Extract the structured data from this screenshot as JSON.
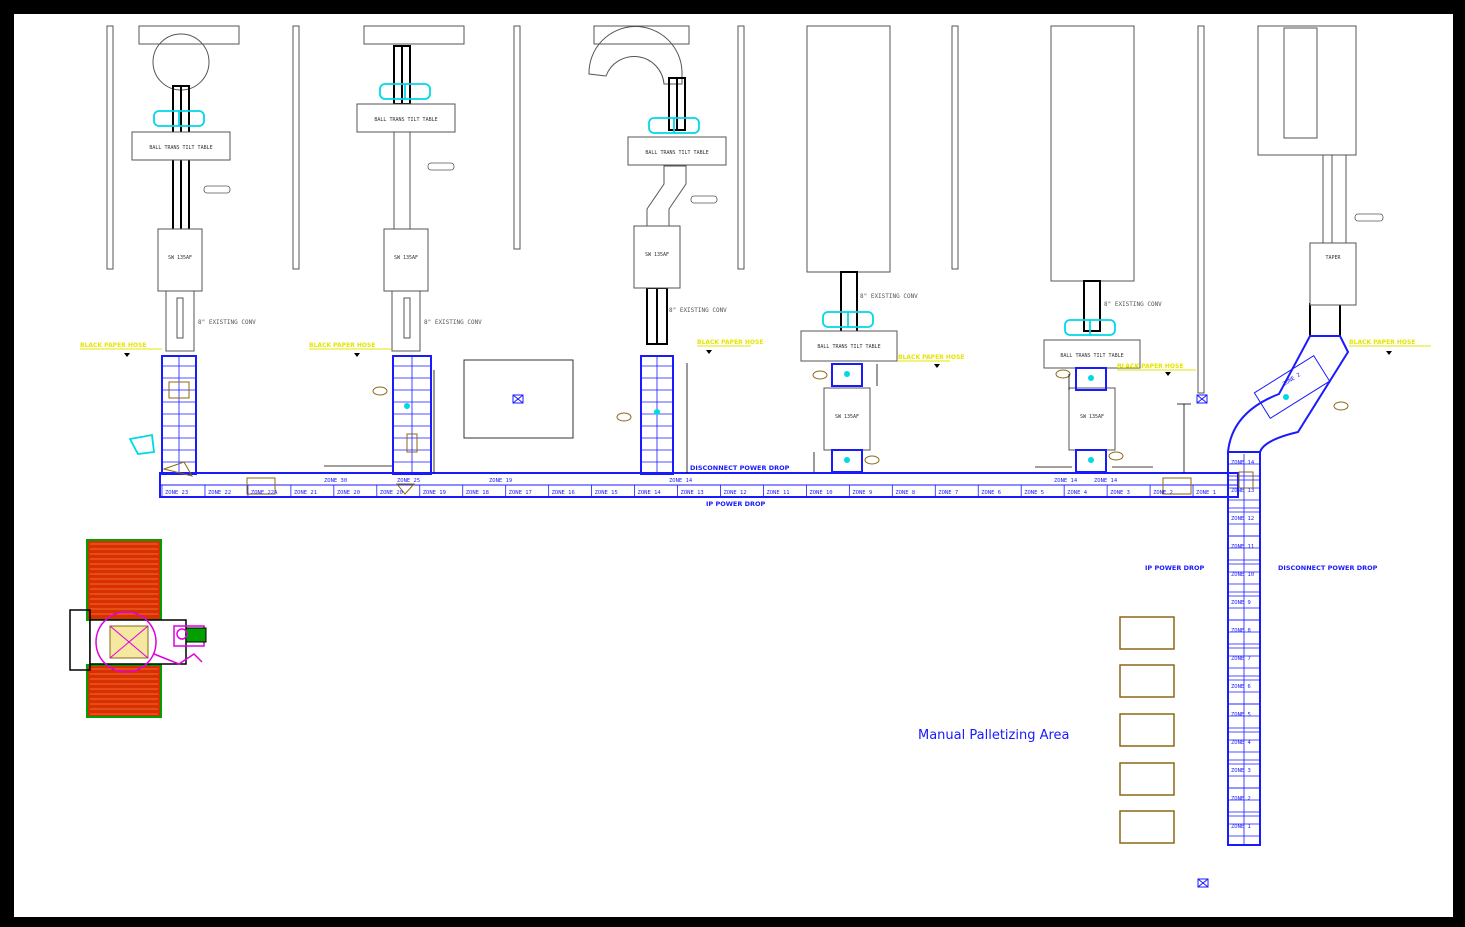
{
  "colors": {
    "conveyor": "#1a1aff",
    "ballast": "#e5e500",
    "cyan_devices": "#00d8e8",
    "pallet": "#8b6914",
    "robot_red": "#d83000",
    "robot_green": "#00a000",
    "robot_magenta": "#e000e0",
    "frame": "#000000",
    "existing": "#555555"
  },
  "area_label": "Manual Palletizing Area",
  "power_drops": {
    "ip_main": "IP POWER DROP",
    "disconnect_main": "DISCONNECT POWER DROP",
    "ip_right": "IP POWER DROP",
    "disconnect_right": "DISCONNECT POWER DROP"
  },
  "machine_labels": {
    "table_1": "BALL TRANS TILT TABLE",
    "table_2": "BALL TRANS TILT TABLE",
    "table_3": "BALL TRANS TILT TABLE",
    "table_4": "BALL TRANS TILT TABLE",
    "table_5": "BALL TRANS TILT TABLE",
    "sw_1": "SW 135AF",
    "sw_2": "SW 135AF",
    "sw_3": "SW 135AF",
    "sw_4": "SW 135AF",
    "sw_5": "SW 135AF",
    "taper": "TAPER"
  },
  "existing_conv_labels": [
    "8\" EXISTING CONV",
    "8\" EXISTING CONV",
    "8\" EXISTING CONV",
    "8\" EXISTING CONV",
    "8\" EXISTING CONV"
  ],
  "ballast_labels": [
    "BLACK PAPER HOSE",
    "BLACK PAPER HOSE",
    "BLACK PAPER HOSE",
    "BLACK PAPER HOSE",
    "BLACK PAPER HOSE",
    "BLACK PAPER HOSE"
  ],
  "main_zones": [
    "ZONE 23",
    "ZONE 22",
    "ZONE 22A",
    "ZONE 21",
    "ZONE 20",
    "ZONE 20",
    "ZONE 19",
    "ZONE 18",
    "ZONE 17",
    "ZONE 16",
    "ZONE 15",
    "ZONE 14",
    "ZONE 13",
    "ZONE 12",
    "ZONE 11",
    "ZONE 10",
    "ZONE 9",
    "ZONE 8",
    "ZONE 7",
    "ZONE 6",
    "ZONE 5",
    "ZONE 4",
    "ZONE 3",
    "ZONE 2",
    "ZONE 1"
  ],
  "top_zones": [
    "ZONE 30",
    "ZONE 25",
    "ZONE 19",
    "ZONE 14",
    "ZONE 14",
    "ZONE 14"
  ],
  "vertical_zones": [
    "ZONE 14",
    "ZONE 13",
    "ZONE 12",
    "ZONE 11",
    "ZONE 10",
    "ZONE 9",
    "ZONE 8",
    "ZONE 7",
    "ZONE 6",
    "ZONE 5",
    "ZONE 4",
    "ZONE 3",
    "ZONE 2",
    "ZONE 1"
  ],
  "curve_zone": "ZONE 2"
}
